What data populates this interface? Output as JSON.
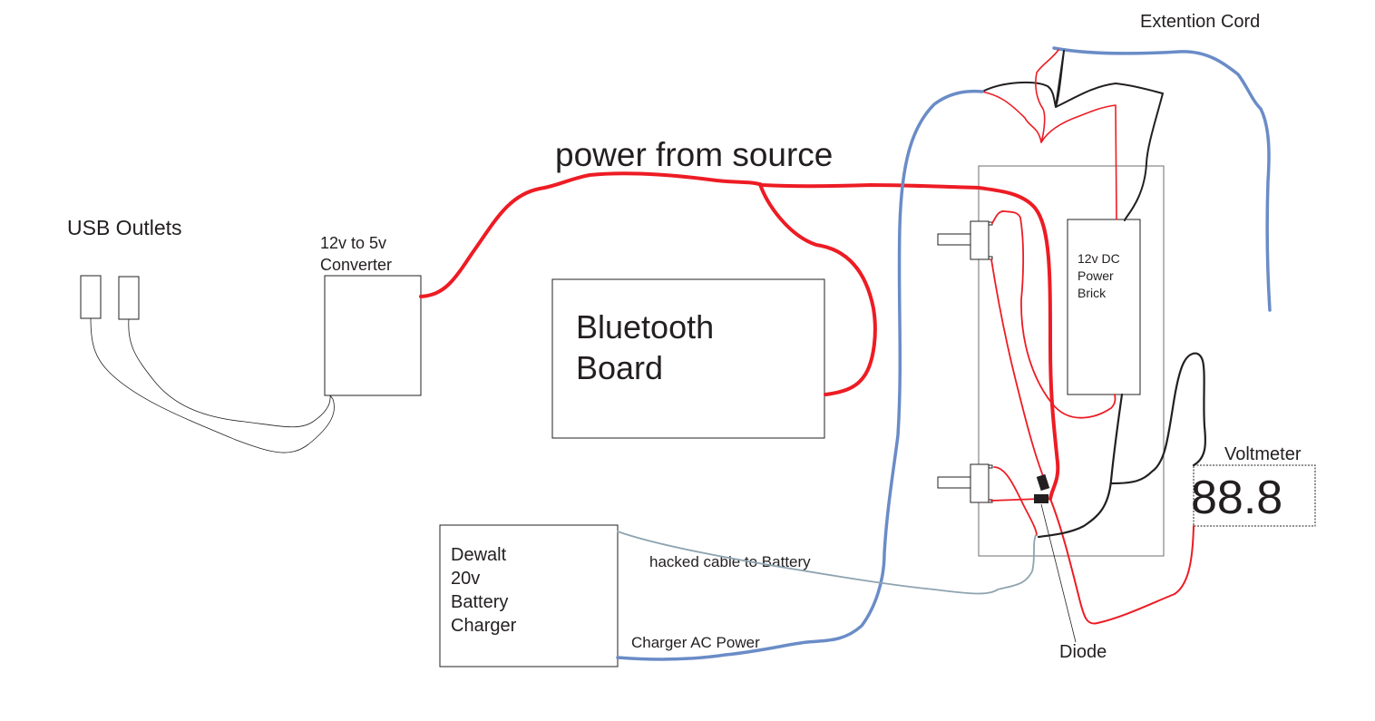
{
  "diagram": {
    "title": "power from source",
    "colors": {
      "power_red": "#ed1c24",
      "ground_black": "#231f20",
      "ac_blue": "#6a8cc7",
      "battery_cable": "#8ea4b0",
      "outline": "#231f20",
      "enclosure": "#6d6e71"
    },
    "components": {
      "usb_outlets": {
        "label": "USB Outlets"
      },
      "converter": {
        "label_line1": "12v to 5v",
        "label_line2": "Converter"
      },
      "bluetooth_board": {
        "label_line1": "Bluetooth",
        "label_line2": "Board"
      },
      "power_brick": {
        "label_line1": "12v DC",
        "label_line2": "Power",
        "label_line3": "Brick"
      },
      "voltmeter": {
        "label": "Voltmeter",
        "reading": "88.8"
      },
      "charger": {
        "label_line1": "Dewalt",
        "label_line2": "20v",
        "label_line3": "Battery",
        "label_line4": "Charger"
      },
      "diode": {
        "label": "Diode"
      }
    },
    "annotations": {
      "extension_cord": "Extention Cord",
      "hacked_cable": "hacked cable to Battery",
      "charger_ac": "Charger AC Power"
    }
  }
}
